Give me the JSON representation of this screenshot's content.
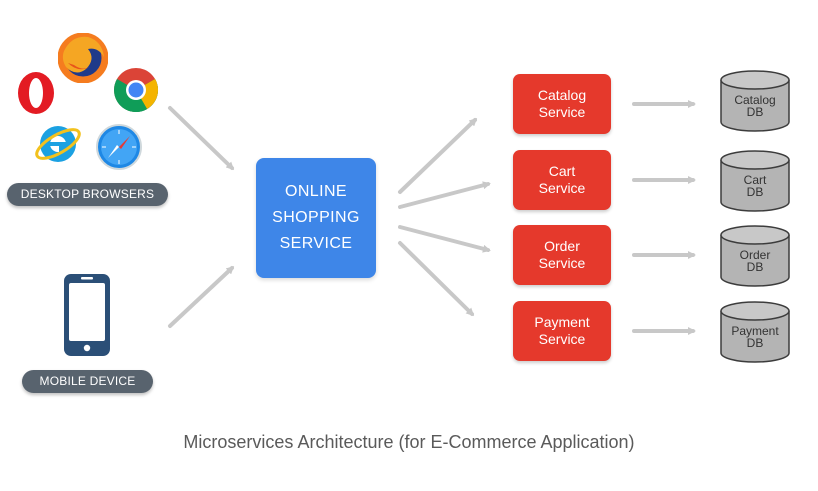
{
  "clients": {
    "desktop_label": "DESKTOP BROWSERS",
    "mobile_label": "MOBILE DEVICE",
    "browser_icons": [
      "firefox-icon",
      "opera-icon",
      "chrome-icon",
      "internet-explorer-icon",
      "safari-icon"
    ],
    "mobile_icon": "smartphone-icon"
  },
  "gateway": {
    "line1": "ONLINE",
    "line2": "SHOPPING",
    "line3": "SERVICE"
  },
  "services": [
    {
      "line1": "Catalog",
      "line2": "Service",
      "db_line1": "Catalog",
      "db_line2": "DB"
    },
    {
      "line1": "Cart",
      "line2": "Service",
      "db_line1": "Cart",
      "db_line2": "DB"
    },
    {
      "line1": "Order",
      "line2": "Service",
      "db_line1": "Order",
      "db_line2": "DB"
    },
    {
      "line1": "Payment",
      "line2": "Service",
      "db_line1": "Payment",
      "db_line2": "DB"
    }
  ],
  "caption": "Microservices Architecture (for E-Commerce Application)",
  "colors": {
    "gateway": "#3e86e8",
    "service": "#e5392c",
    "database": "#b4b4b4",
    "arrow": "#c8c8c8",
    "pill": "#58636e",
    "phone": "#2b4f77"
  }
}
